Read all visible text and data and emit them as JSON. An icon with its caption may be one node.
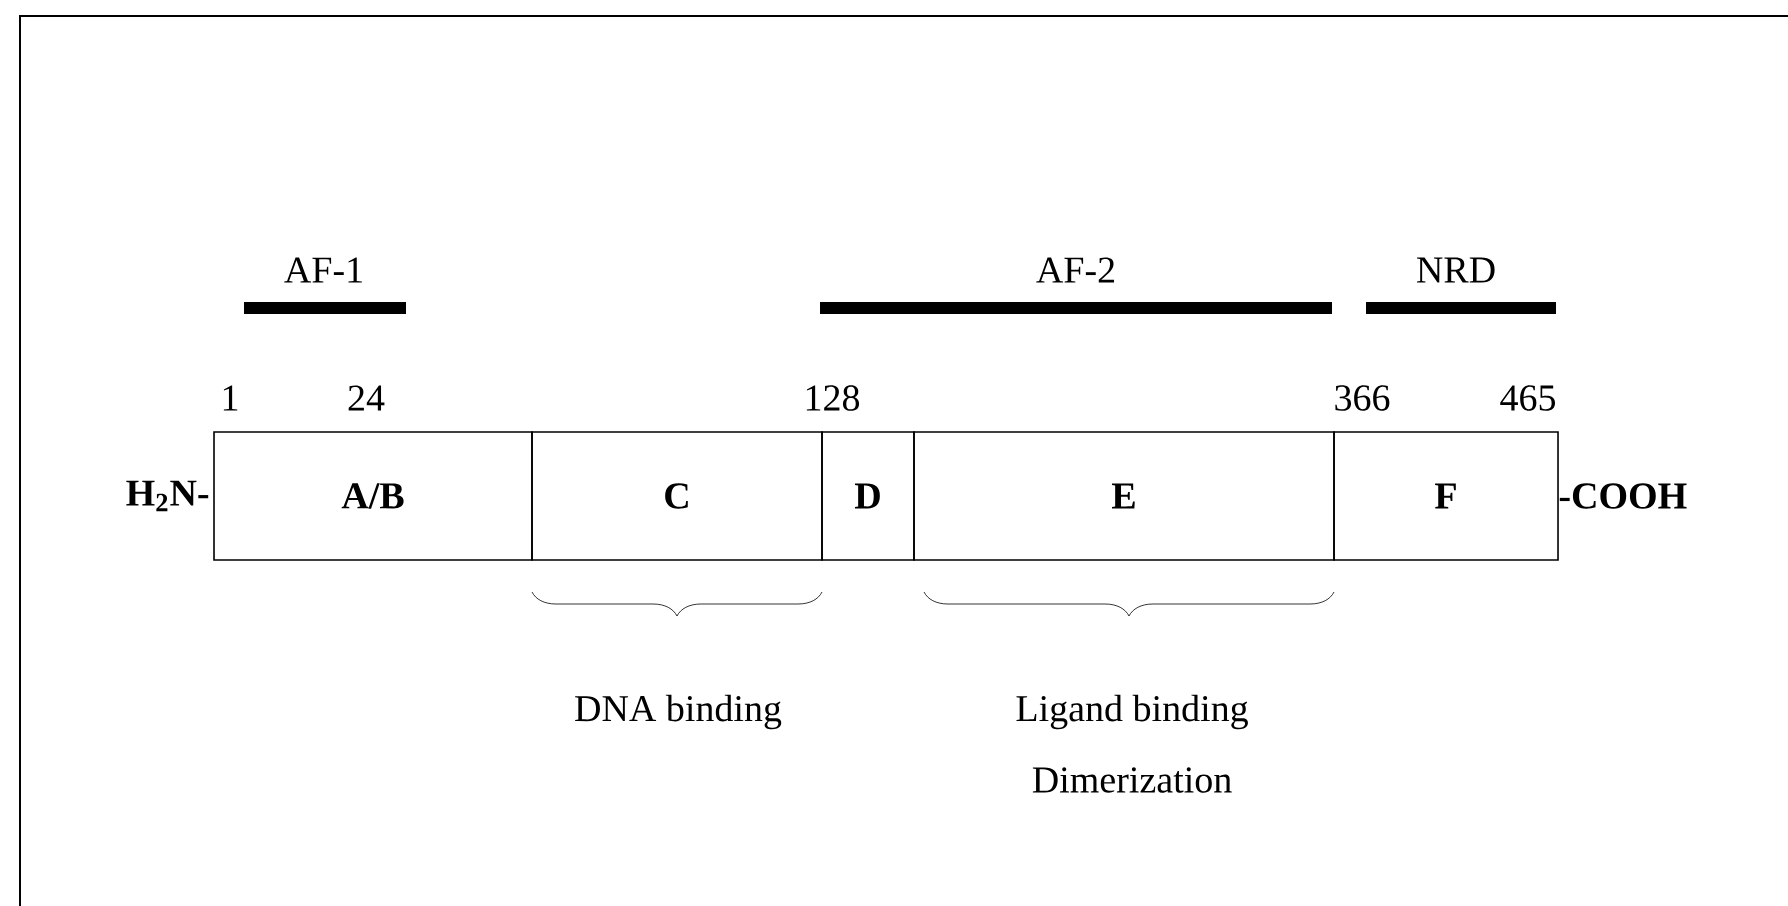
{
  "diagram": {
    "nodes": [
      {
        "text": [
          "A/B"
        ]
      },
      {
        "text": [
          "C"
        ]
      },
      {
        "text": [
          "D"
        ]
      },
      {
        "text": [
          "E"
        ]
      },
      {
        "text": [
          "F"
        ]
      }
    ],
    "labels": [
      "AF-1",
      "AF-2",
      "NRD",
      "1",
      "24",
      "128",
      "366",
      "465",
      "H$_{2}$N-",
      "-COOH",
      "DNA binding",
      "Ligand binding",
      "Dimerization"
    ]
  }
}
